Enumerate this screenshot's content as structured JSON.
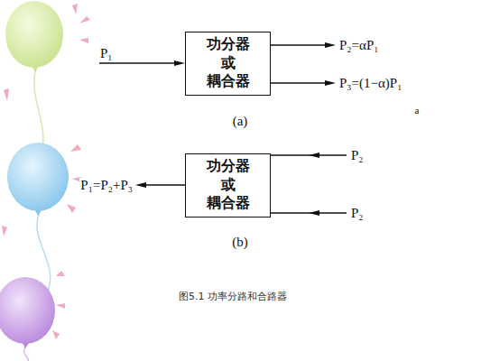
{
  "diagram": {
    "caption": "图5.1 功率分路和合路器",
    "nodes": [
      {
        "text": [
          "功分器 或 耦合器"
        ]
      },
      {
        "text": [
          "功分器 或 耦合器"
        ]
      }
    ],
    "labels": [
      "P₁",
      "P₂=αP₁",
      "P₃=(1−α)P₁",
      "(a)",
      "a",
      "P₁=P₂+P₃",
      "P₂",
      "P₂",
      "(b)"
    ]
  }
}
